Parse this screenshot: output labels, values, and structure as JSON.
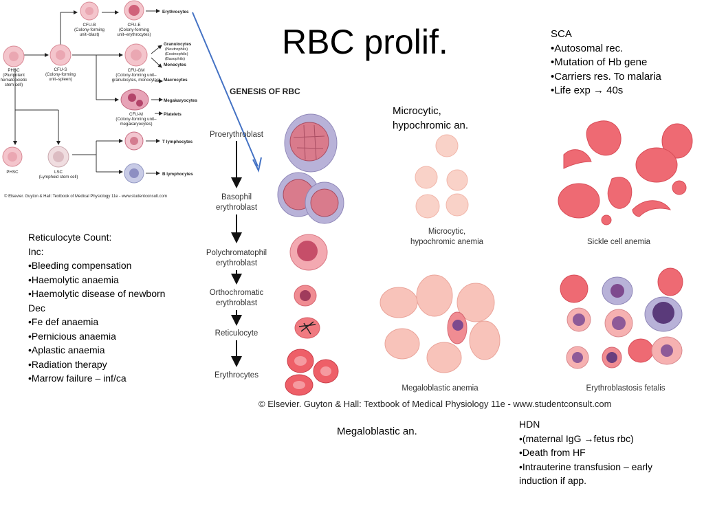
{
  "title": "RBC prolif.",
  "sca": {
    "heading": "SCA",
    "items": [
      "•Autosomal rec.",
      "•Mutation of Hb gene",
      "•Carriers res. To malaria",
      "•Life exp → 40s"
    ]
  },
  "microcytic_label": {
    "line1": "Microcytic,",
    "line2": "hypochromic an."
  },
  "megaloblastic_label": "Megaloblastic an.",
  "reticulocyte": {
    "heading": "Reticulocyte Count:",
    "inc_label": "Inc:",
    "inc_items": [
      "•Bleeding compensation",
      "•Haemolytic anaemia",
      "•Haemolytic disease of newborn"
    ],
    "dec_label": "Dec",
    "dec_items": [
      "•Fe def anaemia",
      "•Pernicious anaemia",
      "•Aplastic anaemia",
      "•Radiation therapy",
      "•Marrow failure – inf/ca"
    ]
  },
  "hdn": {
    "heading": "HDN",
    "items": [
      "•(maternal IgG →fetus rbc)",
      "•Death from HF",
      "•Intrauterine transfusion – early",
      "induction if app."
    ]
  },
  "diagram_top": {
    "phsc": [
      "PHSC",
      "(Pluripotent",
      "hematopoietic",
      "stem cell)"
    ],
    "cfus": [
      "CFU-S",
      "(Colony-forming",
      "unit–spleen)"
    ],
    "cfub": [
      "CFU-B",
      "(Colony-forming",
      "unit–blast)"
    ],
    "cfue": [
      "CFU-E",
      "(Colony-forming",
      "unit–erythrocytes)"
    ],
    "cfugm": [
      "CFU-GM",
      "(Colony-forming unit–",
      "granulocytes, monocytes)"
    ],
    "cfum": [
      "CFU-M",
      "(Colony-forming unit–",
      "megakaryocytes)"
    ],
    "phsc2": "PHSC",
    "lsc": [
      "LSC",
      "(Lymphoid stem cell)"
    ],
    "erythrocytes": "Erythrocytes",
    "granulocytes": [
      "Granulocytes",
      "(Neutrophils)",
      "(Eosinophils)",
      "(Basophils)"
    ],
    "monocytes": "Monocytes",
    "macrocytes": "Macrocytes",
    "megakaryocytes": "Megakaryocytes",
    "platelets": "Platelets",
    "t_lymph": "T lymphocytes",
    "b_lymph": "B lymphocytes",
    "copyright": "© Elsevier. Guyton & Hall: Textbook of Medical Physiology 11e - www.studentconsult.com"
  },
  "genesis": {
    "heading": "GENESIS OF RBC",
    "stages": [
      [
        "Proerythroblast"
      ],
      [
        "Basophil",
        "erythroblast"
      ],
      [
        "Polychromatophil",
        "erythroblast"
      ],
      [
        "Orthochromatic",
        "erythroblast"
      ],
      [
        "Reticulocyte"
      ],
      [
        "Erythrocytes"
      ]
    ]
  },
  "panels": {
    "microcytic": [
      "Microcytic,",
      "hypochromic anemia"
    ],
    "sickle": "Sickle cell anemia",
    "megaloblastic": "Megaloblastic anemia",
    "erythroblastosis": "Erythroblastosis fetalis"
  },
  "copyright2": "© Elsevier. Guyton & Hall: Textbook of Medical Physiology 11e - www.studentconsult.com",
  "colors": {
    "rbc": "#e85a5f",
    "rbc_pale": "#f6c4bc",
    "nucleus": "#7e4a8e",
    "cytoplasm": "#b8b2d8",
    "arrow_blue": "#4472c4"
  }
}
